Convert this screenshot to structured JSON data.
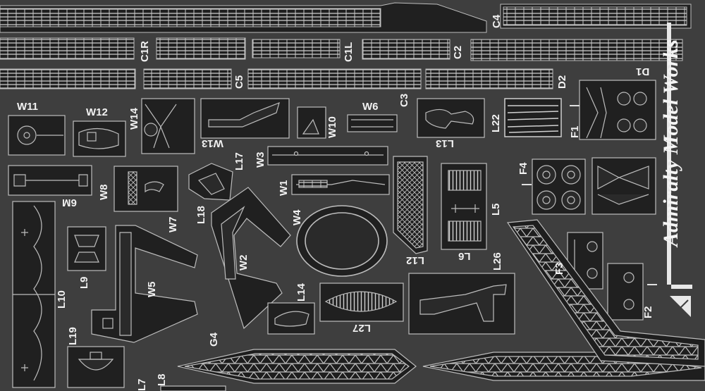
{
  "brand": {
    "text": "Admiralty Model Works"
  },
  "labels": {
    "C4": "C4",
    "C1R": "C1R",
    "C1L": "C1L",
    "C2": "C2",
    "C5": "C5",
    "C3": "C3",
    "D2": "D2",
    "D1": "D1",
    "W11": "W11",
    "W12": "W12",
    "W14": "W14",
    "W13": "W13",
    "W10": "W10",
    "W6": "W6",
    "W3": "W3",
    "W1": "W1",
    "W4": "W4",
    "W2": "W2",
    "W5": "W5",
    "W7": "W7",
    "W8": "W8",
    "M6": "6M",
    "L17": "L17",
    "L13": "L13",
    "L22": "L22",
    "L18": "L18",
    "L12": "L12",
    "L5": "L5",
    "L6": "L6",
    "L9": "L9",
    "L10": "L10",
    "L14": "L14",
    "L26": "L26",
    "L27": "L27",
    "L19": "L19",
    "L8": "L8",
    "L7": "L7",
    "F1": "F1",
    "F4": "F4",
    "F3": "F3",
    "F2": "F2",
    "G4": "G4"
  },
  "colors": {
    "fret": "#3e3e3e",
    "part": "#202020",
    "edge": "#bdbdbd",
    "label": "#f2f2f2"
  }
}
